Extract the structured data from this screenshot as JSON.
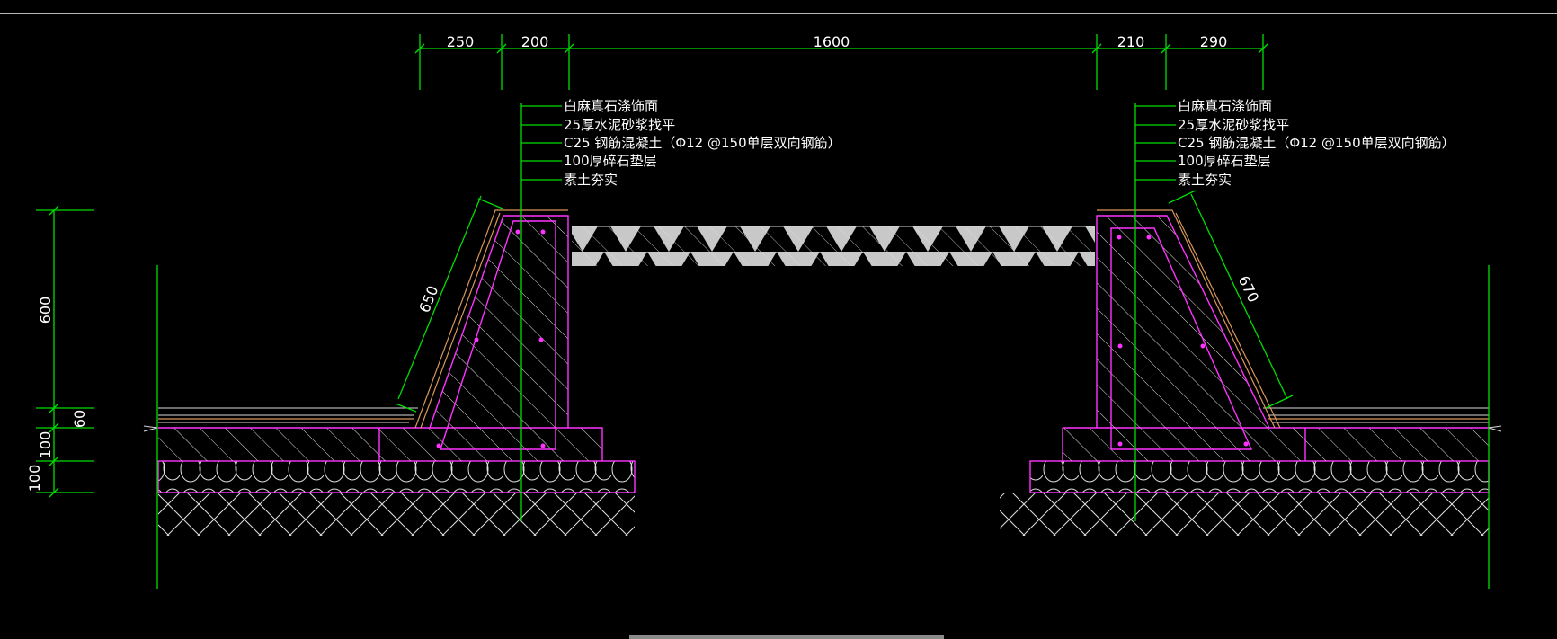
{
  "top_dimensions": [
    "250",
    "200",
    "1600",
    "210",
    "290"
  ],
  "slope_dimensions": {
    "left": "650",
    "right": "670"
  },
  "vertical_dimensions": [
    "600",
    "60",
    "100",
    "100"
  ],
  "left_callout": [
    "白麻真石涤饰面",
    "25厚水泥砂浆找平",
    "C25 钢筋混凝土（Φ12 @150单层双向钢筋）",
    "100厚碎石垫层",
    "素土夯实"
  ],
  "right_callout": [
    "白麻真石涤饰面",
    "25厚水泥砂浆找平",
    "C25 钢筋混凝土（Φ12 @150单层双向钢筋）",
    "100厚碎石垫层",
    "素土夯实"
  ],
  "colors": {
    "background": "#000000",
    "dimension": "#00dd00",
    "rebar": "#ff33ff",
    "finish": "#d9965a",
    "text": "#ffffff"
  }
}
